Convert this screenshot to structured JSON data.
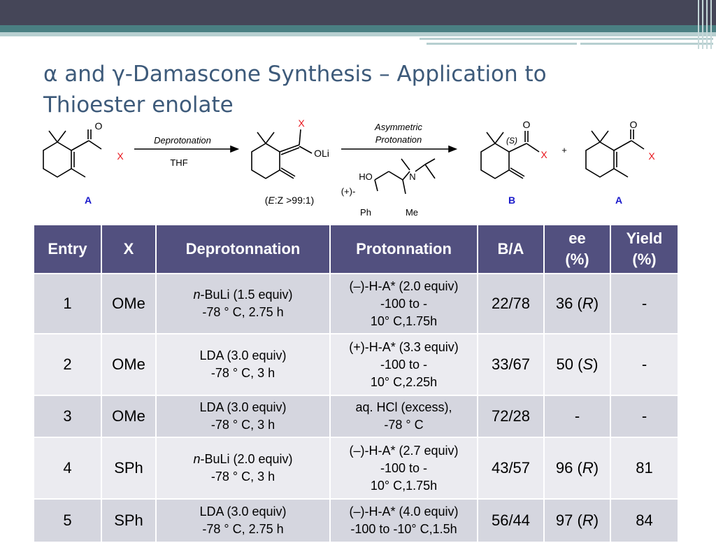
{
  "slide": {
    "title_line1": "α and γ-Damascone Synthesis – Application to",
    "title_line2": "Thioester enolate"
  },
  "scheme": {
    "compound_A_label": "A",
    "compound_B_label": "B",
    "compound_A2_label": "A",
    "step1_top": "Deprotonation",
    "step1_bottom": "THF",
    "step2_top_line1": "Asymmetric",
    "step2_top_line2": "Protonation",
    "atom_O": "O",
    "atom_X": "X",
    "atom_OLi": "OLi",
    "enolate_ratio_prefix": "(",
    "enolate_ratio_E": "E",
    "enolate_ratio_suffix": ":Z >99:1)",
    "stereo_S": "(S)",
    "plus": "+",
    "reagent_sign": "(+)-",
    "reagent_HO": "HO",
    "reagent_N": "N",
    "reagent_Ph": "Ph",
    "reagent_Me": "Me"
  },
  "table": {
    "headers": {
      "entry": "Entry",
      "x": "X",
      "deprot": "Deprotonnation",
      "prot": "Protonnation",
      "ba": "B/A",
      "ee_l1": "ee",
      "ee_l2": "(%)",
      "yield_l1": "Yield",
      "yield_l2": "(%)"
    },
    "rows": [
      {
        "entry": "1",
        "x": "OMe",
        "deprot_prefix": "n",
        "deprot_l1": "-BuLi (1.5 equiv)",
        "deprot_l2": "-78 ° C, 2.75 h",
        "prot_l1": "(–)-H-A* (2.0 equiv)",
        "prot_l2": "-100 to -",
        "prot_l3": "10° C,1.75h",
        "ba": "22/78",
        "ee_value": "36 (",
        "ee_config": "R",
        "ee_close": ")",
        "yield": "-"
      },
      {
        "entry": "2",
        "x": "OMe",
        "deprot_l1": "LDA (3.0 equiv)",
        "deprot_l2": "-78 ° C, 3 h",
        "prot_l1": "(+)-H-A* (3.3 equiv)",
        "prot_l2": "-100 to -",
        "prot_l3": "10° C,2.25h",
        "ba": "33/67",
        "ee_value": "50 (",
        "ee_config": "S",
        "ee_close": ")",
        "yield": "-"
      },
      {
        "entry": "3",
        "x": "OMe",
        "deprot_l1": "LDA (3.0 equiv)",
        "deprot_l2": "-78 ° C, 3 h",
        "prot_l1": "aq. HCl (excess),",
        "prot_l2": "-78 ° C",
        "ba": "72/28",
        "ee_dash": "-",
        "yield": "-"
      },
      {
        "entry": "4",
        "x": "SPh",
        "deprot_prefix": "n",
        "deprot_l1": "-BuLi (2.0 equiv)",
        "deprot_l2": "-78 ° C, 3 h",
        "prot_l1": "(–)-H-A* (2.7 equiv)",
        "prot_l2": "-100 to -",
        "prot_l3": "10° C,1.75h",
        "ba": "43/57",
        "ee_value": "96 (",
        "ee_config": "R",
        "ee_close": ")",
        "yield": "81"
      },
      {
        "entry": "5",
        "x": "SPh",
        "deprot_l1": "LDA (3.0 equiv)",
        "deprot_l2": "-78 ° C, 2.75 h",
        "prot_l1": "(–)-H-A* (4.0 equiv)",
        "prot_l2": "-100 to -10° C,1.5h",
        "ba": "56/44",
        "ee_value": "97 (",
        "ee_config": "R",
        "ee_close": ")",
        "yield": "84"
      }
    ]
  },
  "colors": {
    "header_bg": "#52507f",
    "row_odd": "#d5d6df",
    "row_even": "#ebebf0",
    "title": "#3d5a7a",
    "top_bar": "#454658",
    "teal_bar": "#4a7f82",
    "atom_red": "#e8141b",
    "label_blue": "#1a1acb"
  }
}
